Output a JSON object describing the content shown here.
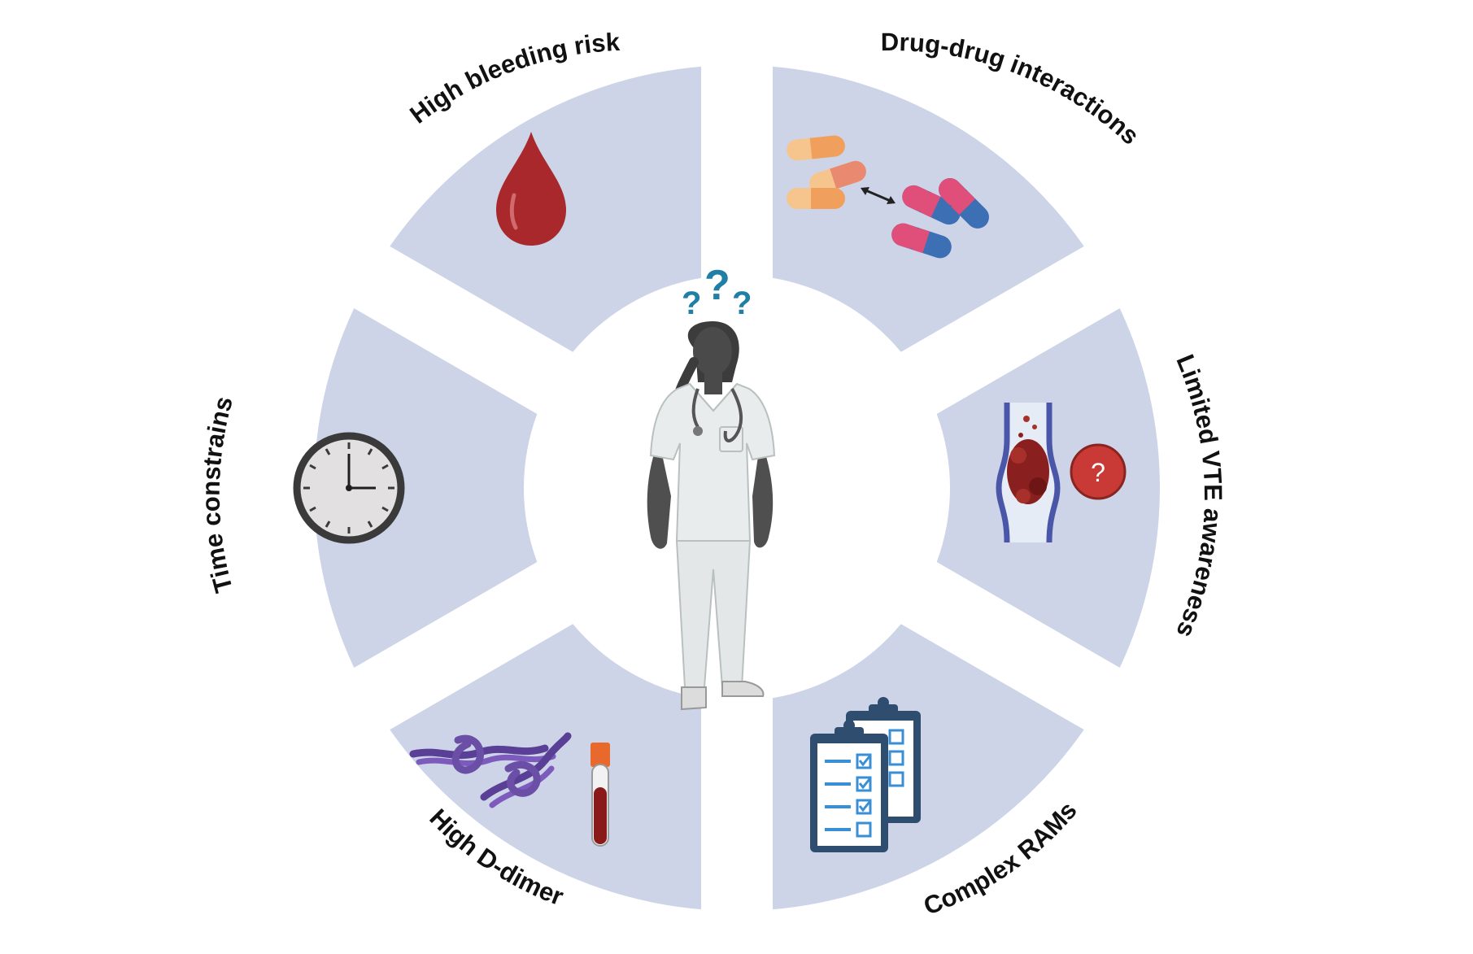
{
  "diagram": {
    "segments": [
      {
        "id": "bleeding",
        "label": "High bleeding risk",
        "icon": "blood-drop-icon"
      },
      {
        "id": "ddi",
        "label": "Drug-drug interactions",
        "icon": "pill-capsules-icon"
      },
      {
        "id": "vte",
        "label": "Limited VTE awareness",
        "icon": "blood-clot-vessel-icon"
      },
      {
        "id": "rams",
        "label": "Complex RAMs",
        "icon": "checklist-clipboards-icon"
      },
      {
        "id": "ddimer",
        "label": "High D-dimer",
        "icon": "fibrin-strands-and-blood-tube-icon"
      },
      {
        "id": "time",
        "label": "Time constrains",
        "icon": "clock-icon"
      }
    ],
    "center": {
      "icon": "doctor-with-question-marks-icon",
      "question_marks": [
        "?",
        "?",
        "?"
      ],
      "badge": "?"
    },
    "colors": {
      "segment_fill": "#cdd4e8",
      "blood_red": "#a8282c",
      "question_blue": "#1f7fa4",
      "pill_orange": "#f0a05c",
      "pill_pink": "#e04e7a",
      "pill_blue": "#3d6fb4",
      "clipboard_navy": "#2f4d6e",
      "fibrin_purple": "#6b4fa6"
    }
  }
}
